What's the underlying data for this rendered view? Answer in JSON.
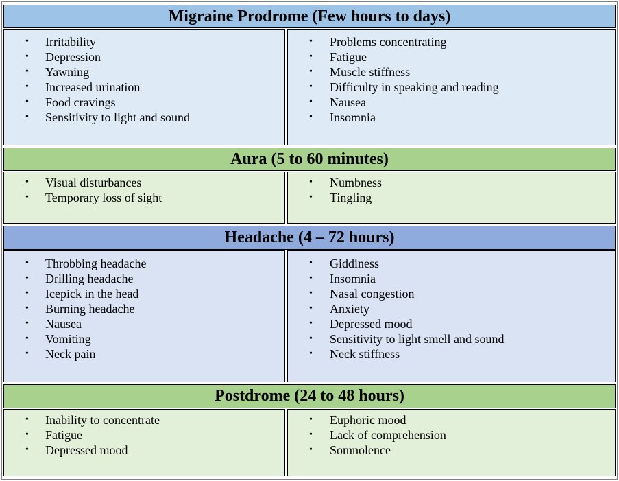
{
  "sections": [
    {
      "title": "Migraine Prodrome (Few hours to days)",
      "left": [
        "Irritability",
        "Depression",
        "Yawning",
        "Increased urination",
        "Food cravings",
        "Sensitivity to light and sound"
      ],
      "right": [
        "Problems concentrating",
        "Fatigue",
        "Muscle stiffness",
        "Difficulty in speaking and reading",
        "Nausea",
        "Insomnia"
      ]
    },
    {
      "title": "Aura (5 to 60 minutes)",
      "left": [
        "Visual disturbances",
        "Temporary loss of sight"
      ],
      "right": [
        "Numbness",
        "Tingling"
      ]
    },
    {
      "title": "Headache (4 – 72 hours)",
      "left": [
        "Throbbing headache",
        "Drilling headache",
        "Icepick in the head",
        "Burning  headache",
        "Nausea",
        "Vomiting",
        "Neck pain"
      ],
      "right": [
        "Giddiness",
        "Insomnia",
        "Nasal congestion",
        "Anxiety",
        "Depressed mood",
        "Sensitivity to light smell and sound",
        "Neck stiffness"
      ]
    },
    {
      "title": "Postdrome (24 to 48 hours)",
      "left": [
        "Inability to concentrate",
        "Fatigue",
        "Depressed mood"
      ],
      "right": [
        "Euphoric mood",
        "Lack of comprehension",
        "Somnolence"
      ]
    }
  ],
  "bullet": "•",
  "colors": {
    "blue_header": "#9dc3e6",
    "blue_body": "#deebf7",
    "green_header": "#a9d18e",
    "green_body": "#e2f0d9",
    "purple_header": "#8faadc",
    "purple_body": "#dae3f3"
  }
}
